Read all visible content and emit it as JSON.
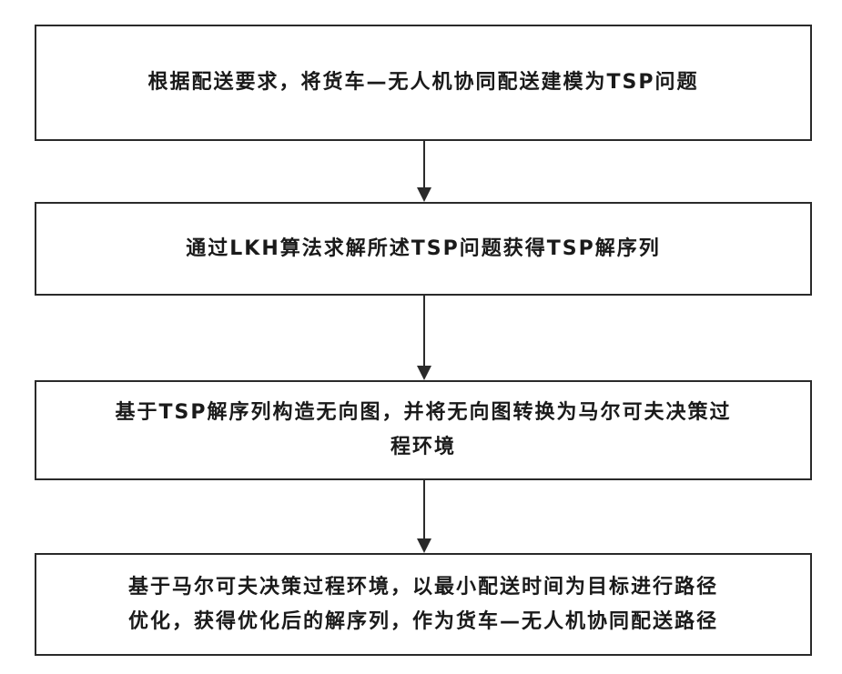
{
  "flowchart": {
    "steps": [
      {
        "text": "根据配送要求，将货车—无人机协同配送建模为TSP问题"
      },
      {
        "text": "通过LKH算法求解所述TSP问题获得TSP解序列"
      },
      {
        "text": "基于TSP解序列构造无向图，并将无向图转换为马尔可夫决策过\n程环境"
      },
      {
        "text": "基于马尔可夫决策过程环境，以最小配送时间为目标进行路径\n优化，获得优化后的解序列，作为货车—无人机协同配送路径"
      }
    ]
  }
}
